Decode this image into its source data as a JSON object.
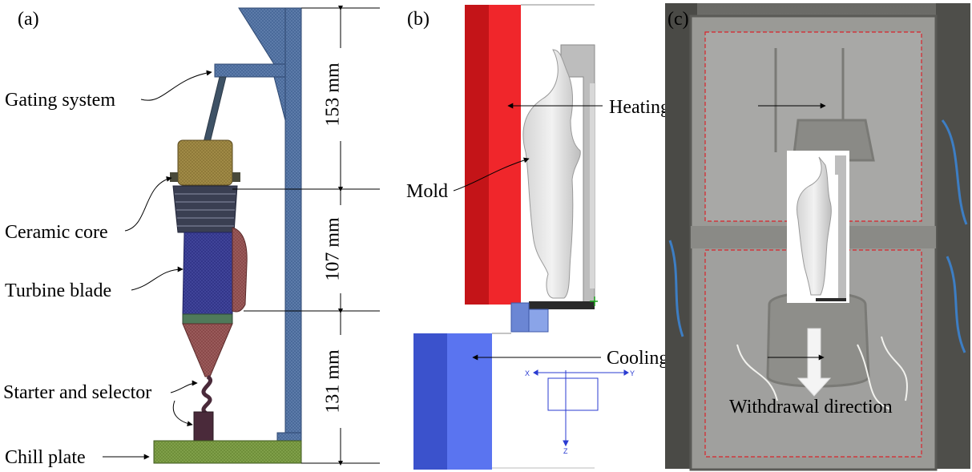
{
  "panels": {
    "a": {
      "tag": "(a)",
      "labels": {
        "gating": "Gating system",
        "core": "Ceramic core",
        "blade": "Turbine blade",
        "starter": "Starter and selector",
        "chill": "Chill plate"
      },
      "dims": {
        "d1": "153 mm",
        "d2": "107 mm",
        "d3": "131 mm"
      }
    },
    "b": {
      "tag": "(b)",
      "labels": {
        "heating": "Heating furnace",
        "mold": "Mold",
        "cooling": "Cooling chamber"
      },
      "axes": {
        "x": "X",
        "y": "Y",
        "z": "Z"
      }
    },
    "c": {
      "tag": "(c)",
      "labels": {
        "withdrawal": "Withdrawal direction"
      }
    }
  },
  "colors": {
    "furnace_red": "#e8262b",
    "chamber_blue": "#4d66e8",
    "mesh_blue": "#4a6a9a",
    "chill_green": "#6f8f3a",
    "core_gold": "#8f7a3a",
    "dashed_red": "#d9232a"
  }
}
